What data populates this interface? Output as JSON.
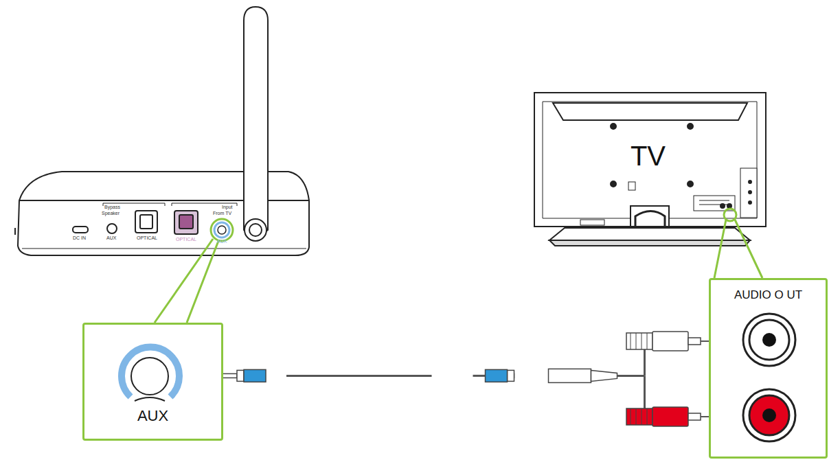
{
  "diagram": {
    "nodes": [
      {
        "text": [
          "AUX"
        ]
      },
      {
        "text": [
          "AUDIO O UT"
        ]
      },
      {
        "text": [
          "TV"
        ]
      }
    ],
    "edges": [
      {
        "from": 0,
        "to": 1,
        "arrow": "none"
      }
    ],
    "labels": [
      "DC IN",
      "Bypass",
      "Speaker",
      "AUX",
      "OPTICAL",
      "Input",
      "From TV",
      "OPTICAL",
      "AUX"
    ]
  }
}
